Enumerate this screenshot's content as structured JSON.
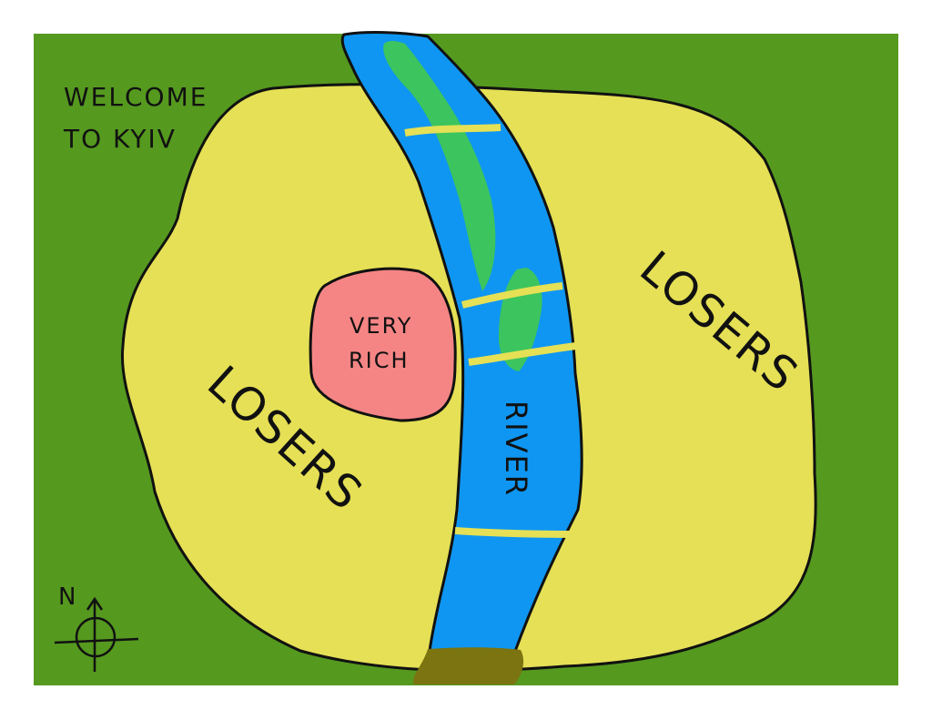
{
  "map": {
    "welcome_line1": "WELCOME",
    "welcome_line2": "TO KYIV",
    "center_line1": "VERY",
    "center_line2": "RICH",
    "left_district": "LOSERS",
    "right_district": "LOSERS",
    "river": "RIVER",
    "compass_north": "N"
  },
  "colors": {
    "background": "#55991f",
    "city": "#e5e055",
    "river": "#0f96f2",
    "islands": "#3cc45e",
    "bridges": "#e5e055",
    "rich_district": "#f58585",
    "delta": "#7b7410",
    "outline": "#111111"
  },
  "icons": {
    "compass": "compass-rose-icon"
  }
}
